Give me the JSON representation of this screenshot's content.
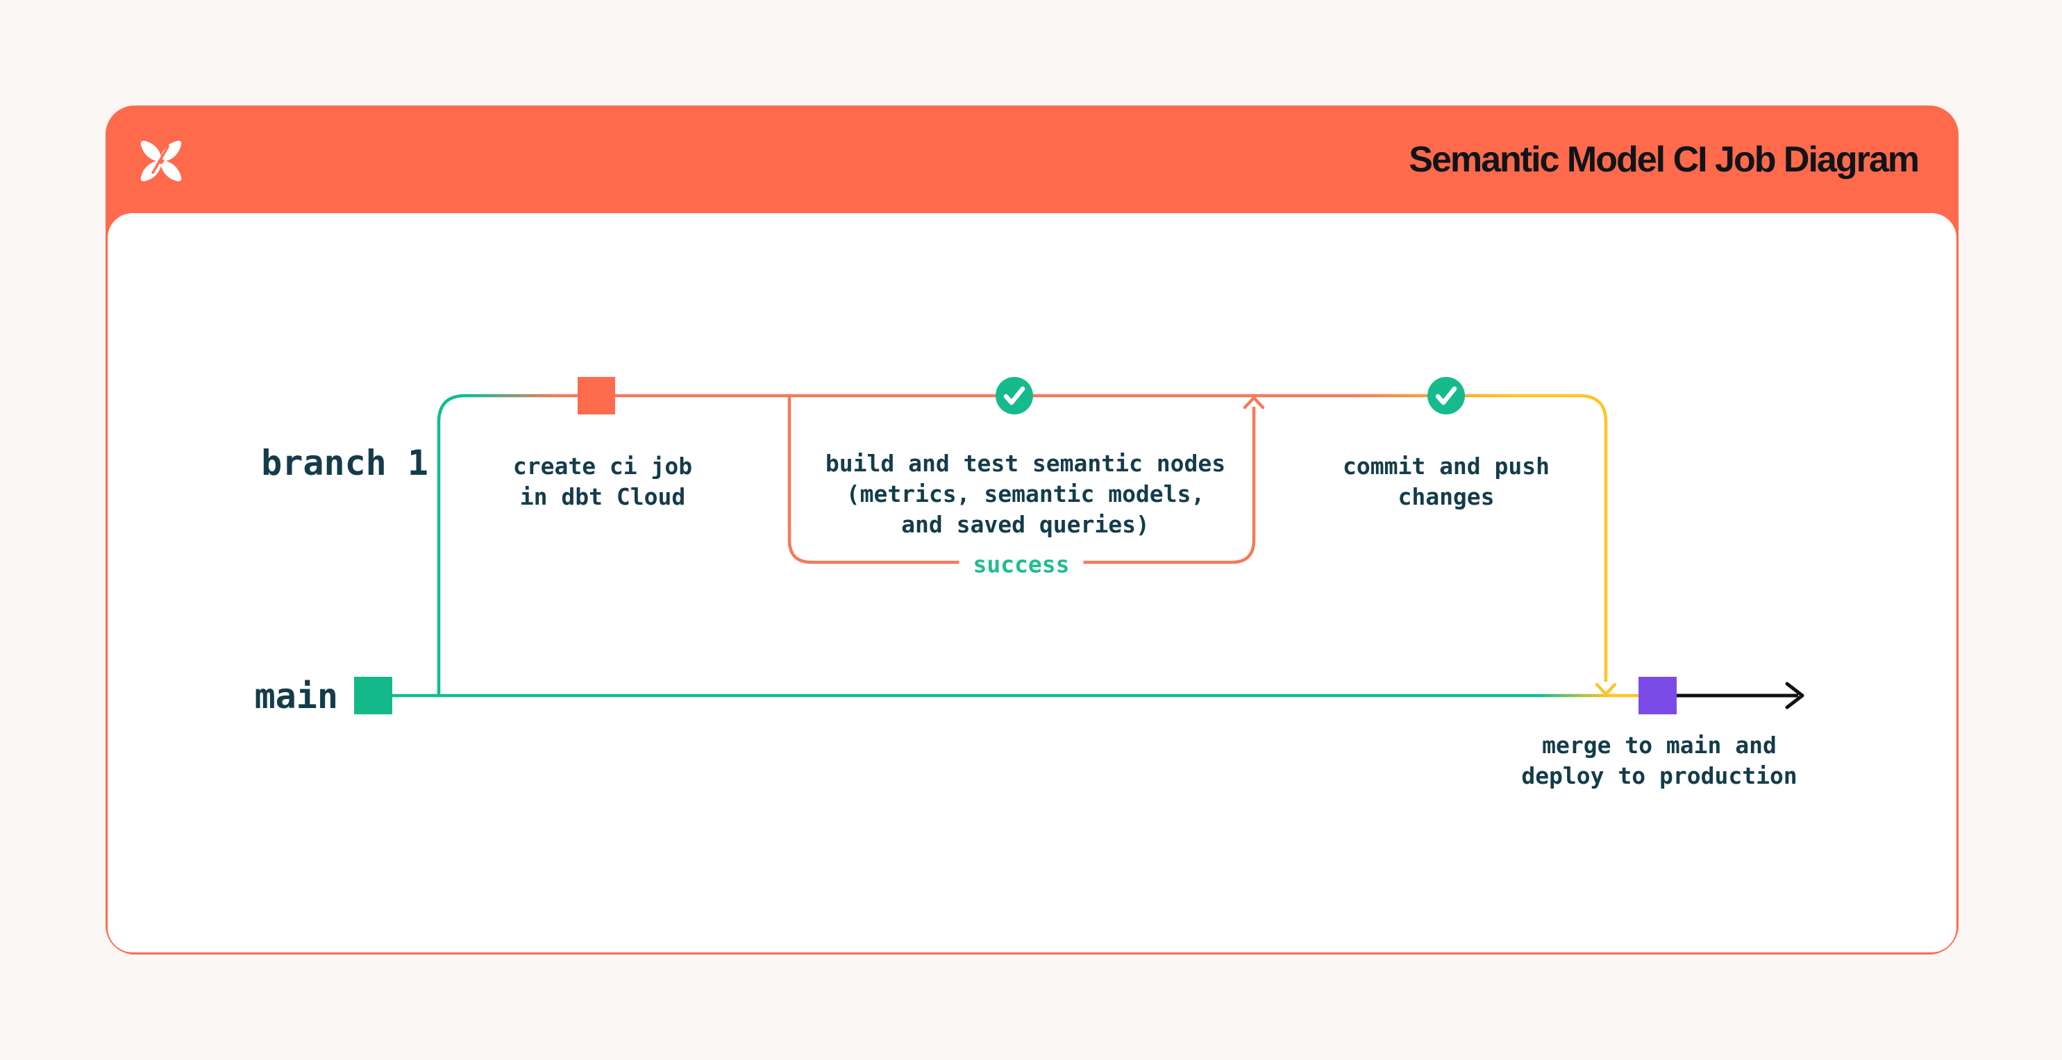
{
  "header": {
    "title": "Semantic Model CI Job Diagram",
    "logo": "dbt-logo"
  },
  "lanes": {
    "branch_label": "branch 1",
    "main_label": "main"
  },
  "nodes": [
    {
      "id": "create-ci-job",
      "marker": "orange-commit-square",
      "lines": [
        "create ci job",
        "in dbt Cloud"
      ]
    },
    {
      "id": "build-and-test",
      "marker": "green-check-circle",
      "lines": [
        "build and test semantic nodes",
        "(metrics, semantic models,",
        "and saved queries)"
      ]
    },
    {
      "id": "commit-and-push",
      "marker": "green-check-circle",
      "lines": [
        "commit and push",
        "changes"
      ]
    },
    {
      "id": "merge-to-main",
      "marker": "purple-commit-square",
      "lines": [
        "merge to main and",
        "deploy to production"
      ]
    }
  ],
  "loop": {
    "label": "success"
  },
  "colors": {
    "page_bg": "#FAF7F4",
    "header_orange": "#FF6A4C",
    "card_border": "#F4694B",
    "line_orange": "#F4795B",
    "line_teal": "#10BD92",
    "line_yellow": "#FFC425",
    "square_orange": "#FE6B4D",
    "square_green": "#14B98A",
    "square_purple": "#7B4BE8",
    "check_green": "#17BA8C",
    "success_green": "#1EBE8E",
    "text_dark": "#143C4A",
    "arrow_black": "#111111"
  }
}
